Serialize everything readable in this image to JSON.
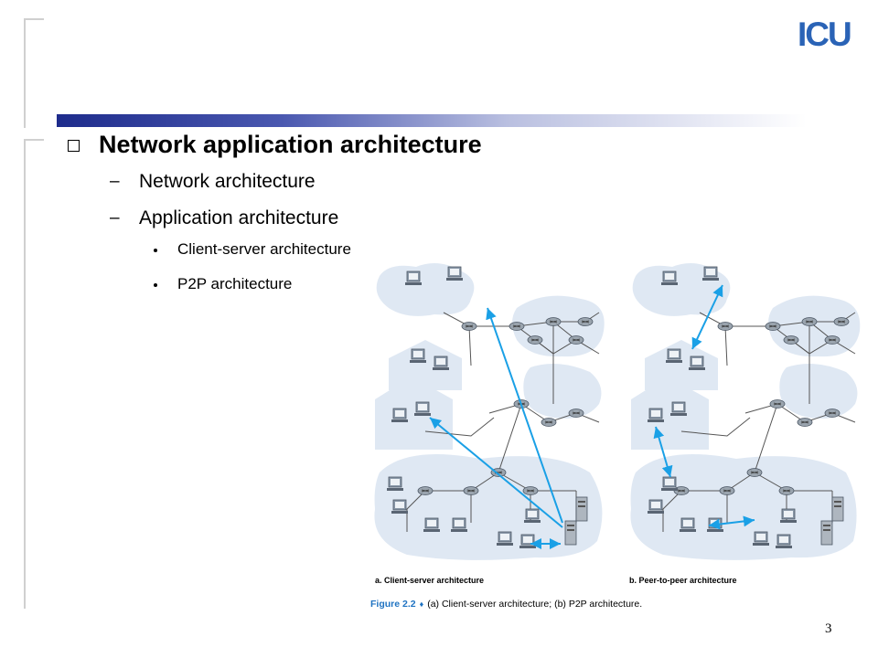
{
  "slide": {
    "logo_text": "ICU",
    "title": "Network application architecture",
    "items": [
      {
        "label": "Network architecture"
      },
      {
        "label": "Application architecture"
      }
    ],
    "subitems": [
      {
        "label": "Client-server architecture"
      },
      {
        "label": "P2P architecture"
      }
    ],
    "page_number": "3"
  },
  "figure": {
    "panel_a_label": "a. Client-server architecture",
    "panel_b_label": "b. Peer-to-peer architecture",
    "caption_label": "Figure 2.2",
    "caption_text": "(a) Client-server architecture; (b) P2P architecture."
  },
  "colors": {
    "logo": "#2a63b6",
    "bar_dark": "#1e2c8c",
    "cloud": "#dfe8f3",
    "arrow": "#1aa0e6",
    "caption": "#1f73c2"
  }
}
